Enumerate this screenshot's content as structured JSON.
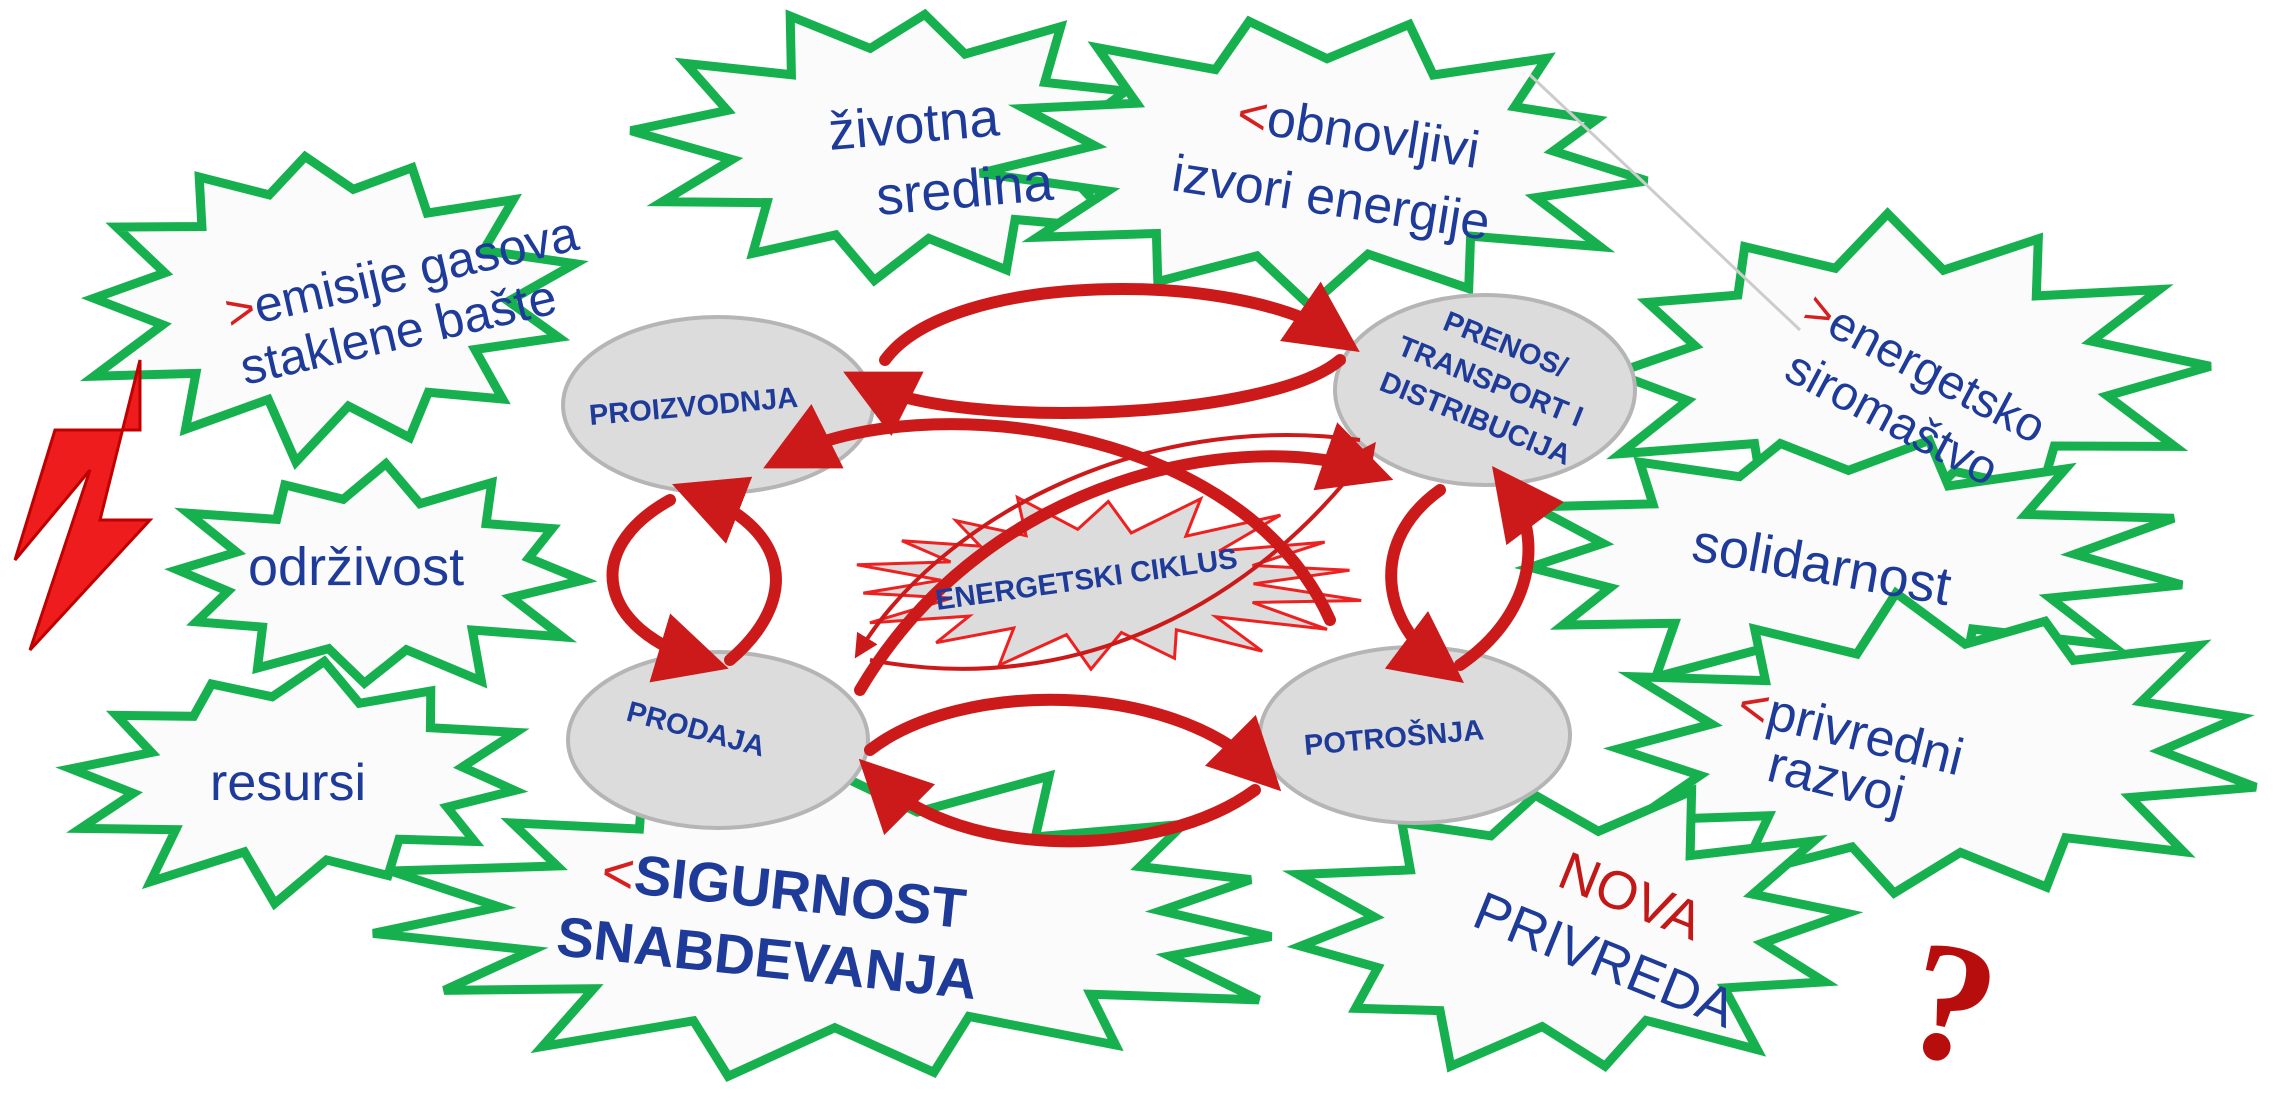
{
  "diagram": {
    "center": {
      "label": "ENERGETSKI CIKLUS"
    },
    "cycle_nodes": [
      {
        "id": "proizvodnja",
        "label": "PROIZVODNJA"
      },
      {
        "id": "prenos",
        "lines": [
          "PRENOS/",
          "TRANSPORT I",
          "DISTRIBUCIJA"
        ]
      },
      {
        "id": "prodaja",
        "label": "PRODAJA"
      },
      {
        "id": "potrosnja",
        "label": "POTROŠNJA"
      }
    ],
    "themes": {
      "emisije": {
        "marker": ">",
        "lines": [
          "emisije gasova",
          "staklene bašte"
        ]
      },
      "zivotna": {
        "lines": [
          "životna",
          "sredina"
        ]
      },
      "obnovljivi": {
        "marker": "<",
        "lines": [
          "obnovljivi",
          "izvori energije"
        ]
      },
      "siromastvo": {
        "marker": ">",
        "lines": [
          "energetsko",
          "siromaštvo"
        ]
      },
      "odrzivost": {
        "lines": [
          "održivost"
        ]
      },
      "solidarnost": {
        "lines": [
          "solidarnost"
        ]
      },
      "resursi": {
        "lines": [
          "resursi"
        ]
      },
      "privredni": {
        "marker": "<",
        "lines": [
          "privredni",
          "razvoj"
        ]
      },
      "sigurnost": {
        "marker": "<",
        "lines": [
          "SIGURNOST",
          "SNABDEVANJA"
        ]
      },
      "nova": {
        "lines": [
          "NOVA",
          "PRIVREDA"
        ]
      }
    },
    "question_mark": "?",
    "colors": {
      "burst_fill": "#fbfbfb",
      "burst_stroke": "#16b04e",
      "text_blue": "#1f3b99",
      "arrow_red": "#cc1a1a",
      "node_gray": "#dcdcdc"
    }
  }
}
